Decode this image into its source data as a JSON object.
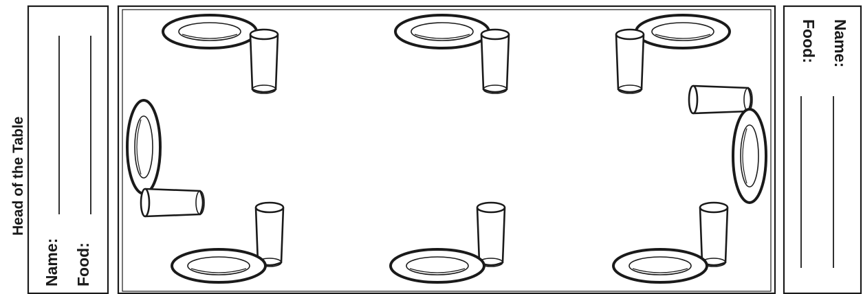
{
  "head_label": "Head of the Table",
  "left_card": {
    "name_label": "Name:",
    "food_label": "Food:"
  },
  "right_card": {
    "name_label": "Name:",
    "food_label": "Food:"
  },
  "colors": {
    "ink": "#1a1a1a",
    "paper": "#ffffff"
  }
}
